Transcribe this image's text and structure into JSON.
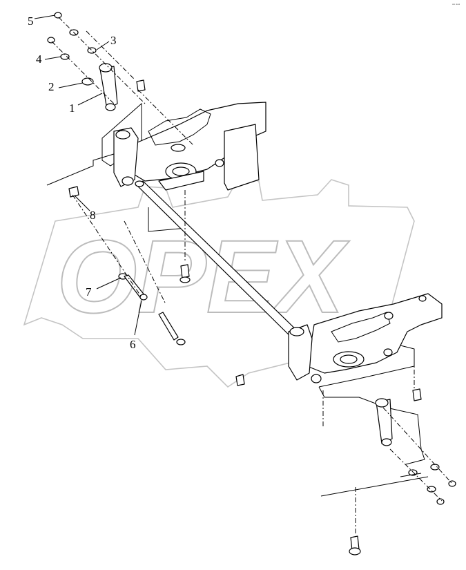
{
  "watermark": {
    "text": "OPEX"
  },
  "corner_mark": "°° °°°",
  "callouts": [
    {
      "label": "1"
    },
    {
      "label": "2"
    },
    {
      "label": "3"
    },
    {
      "label": "4"
    },
    {
      "label": "5"
    },
    {
      "label": "6"
    },
    {
      "label": "7"
    },
    {
      "label": "8"
    }
  ]
}
